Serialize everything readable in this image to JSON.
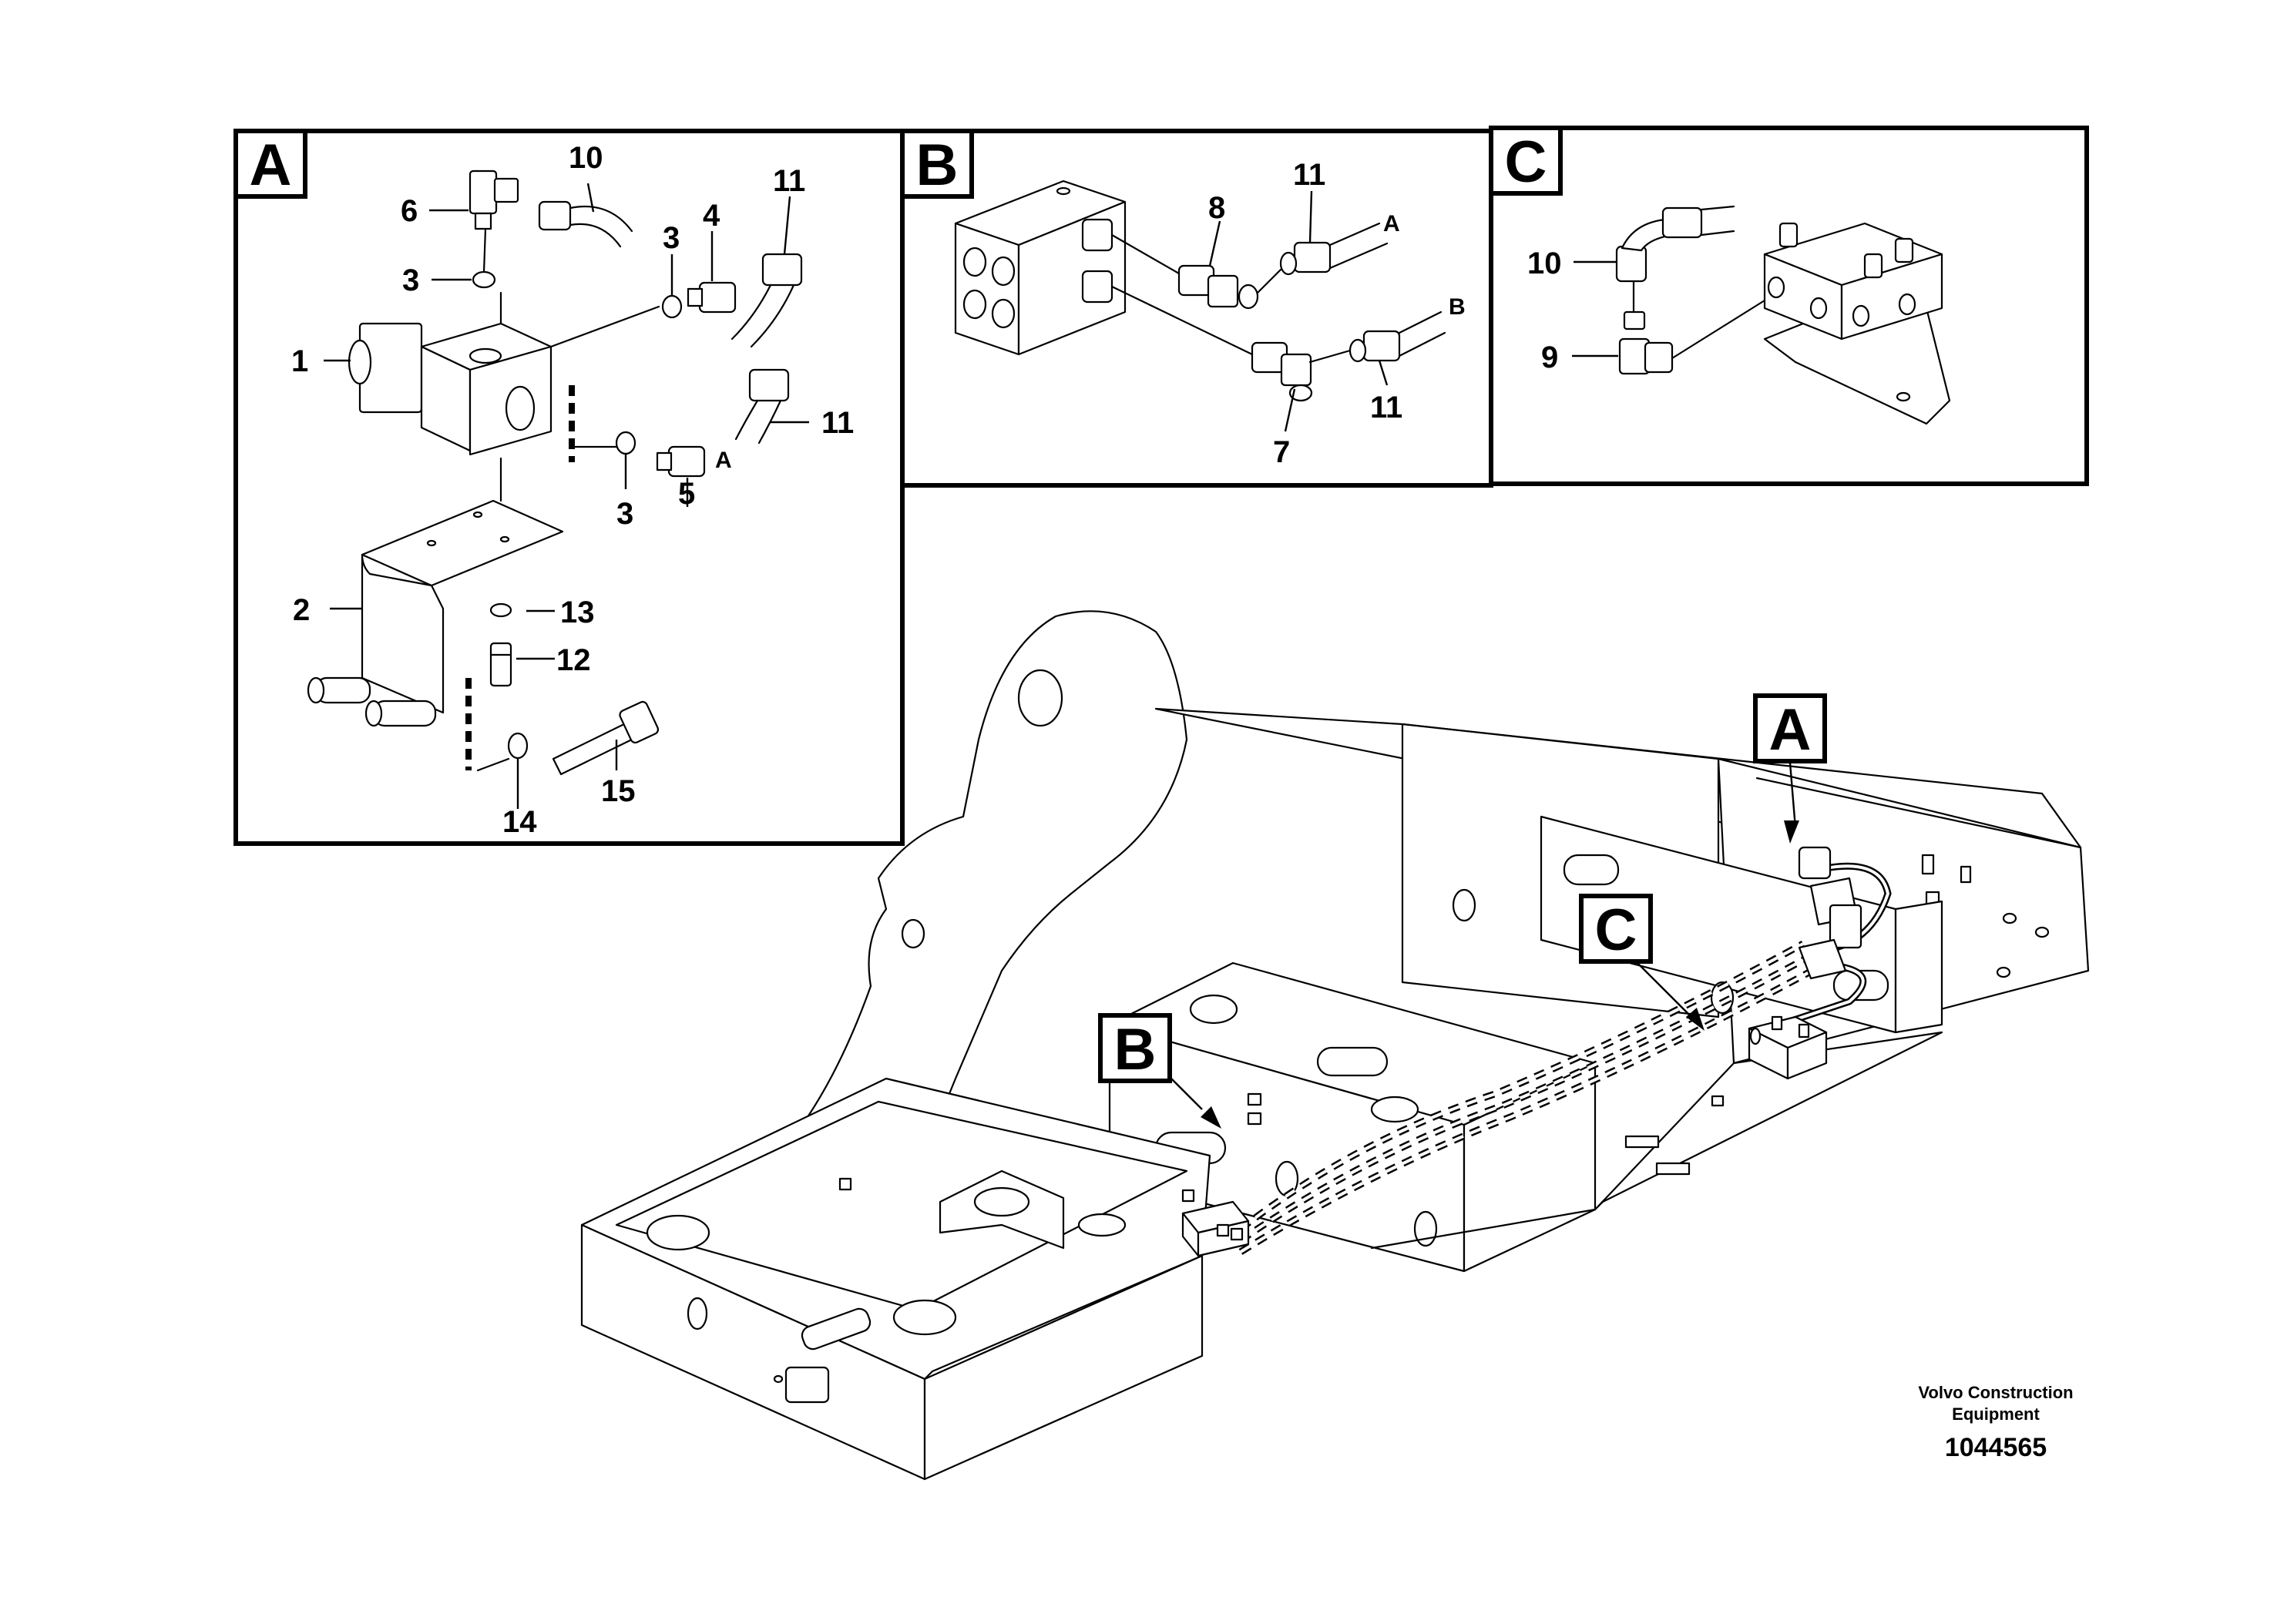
{
  "callouts": {
    "A": "A",
    "B": "B",
    "C": "C"
  },
  "detail_a": {
    "parts": {
      "p1": "1",
      "p2": "2",
      "p3a": "3",
      "p3b": "3",
      "p3c": "3",
      "p4": "4",
      "p5": "5",
      "p6": "6",
      "p10": "10",
      "p11a": "11",
      "p11b": "11",
      "p12": "12",
      "p13": "13",
      "p14": "14",
      "p15": "15"
    },
    "port_label": "A"
  },
  "detail_b": {
    "parts": {
      "p7": "7",
      "p8": "8",
      "p11a": "11",
      "p11b": "11"
    },
    "port_label_a": "A",
    "port_label_b": "B"
  },
  "detail_c": {
    "parts": {
      "p9": "9",
      "p10": "10"
    }
  },
  "footer": {
    "company_line1": "Volvo Construction",
    "company_line2": "Equipment",
    "doc_number": "1044565"
  }
}
